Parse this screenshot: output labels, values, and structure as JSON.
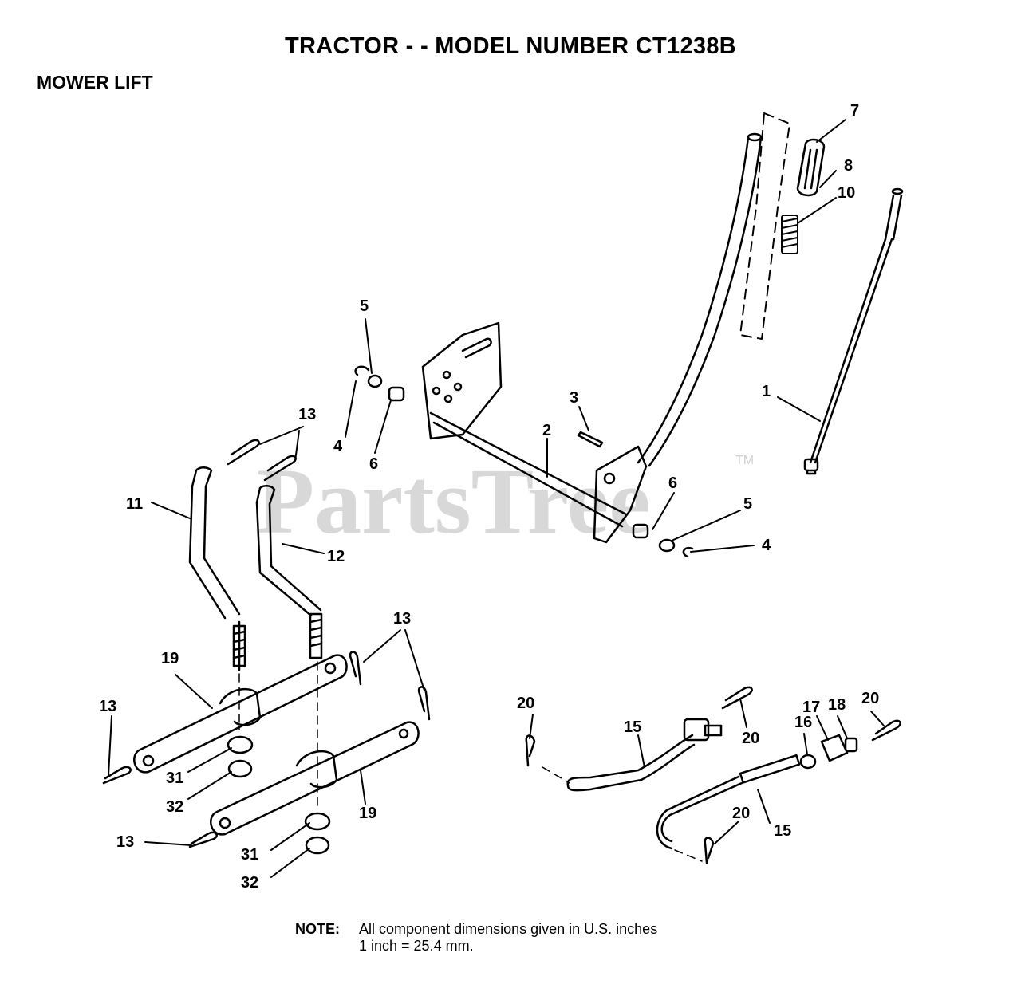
{
  "header": {
    "title": "TRACTOR - - MODEL NUMBER CT1238B",
    "section": "MOWER LIFT"
  },
  "watermark": {
    "text": "PartsTree",
    "tm": "TM"
  },
  "note": {
    "label": "NOTE:",
    "line1": "All component dimensions given in U.S. inches",
    "line2": "1 inch = 25.4 mm."
  },
  "parts": {
    "p1": "1",
    "p2": "2",
    "p3": "3",
    "p4a": "4",
    "p4b": "4",
    "p5a": "5",
    "p5b": "5",
    "p6a": "6",
    "p6b": "6",
    "p7": "7",
    "p8": "8",
    "p10": "10",
    "p11": "11",
    "p12": "12",
    "p13a": "13",
    "p13b": "13",
    "p13c": "13",
    "p13d": "13",
    "p15a": "15",
    "p15b": "15",
    "p16": "16",
    "p17": "17",
    "p18": "18",
    "p19a": "19",
    "p19b": "19",
    "p20a": "20",
    "p20b": "20",
    "p20c": "20",
    "p20d": "20",
    "p31a": "31",
    "p31b": "31",
    "p32a": "32",
    "p32b": "32"
  }
}
